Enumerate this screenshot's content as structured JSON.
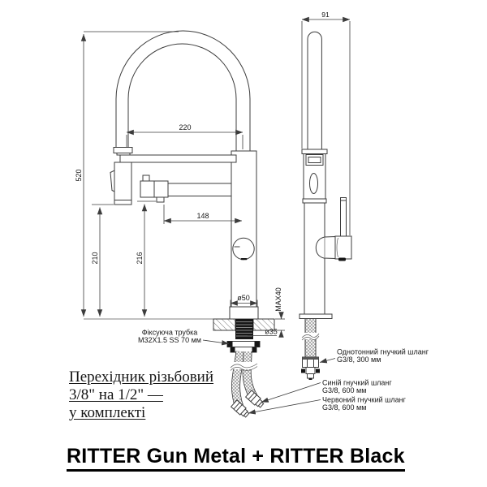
{
  "title": "RITTER Gun Metal + RITTER Black",
  "dimensions": {
    "total_height": "520",
    "spout_reach": "220",
    "depth": "91",
    "spray_head_height": "210",
    "arm_height": "216",
    "arm_reach": "148",
    "base_diameter": "ø50",
    "max_countertop": "MAX40",
    "mount_diameter": "ø35"
  },
  "callouts": {
    "fixing_tube": {
      "line1": "Фіксуюча трубка",
      "line2": "M32X1.5 SS 70 мм"
    },
    "plain_hose": {
      "line1": "Однотонний гнучкий шланг",
      "line2": "G3/8, 300 мм"
    },
    "blue_hose": {
      "line1": "Синій гнучкий шланг",
      "line2": "G3/8, 600 мм"
    },
    "red_hose": {
      "line1": "Червоний гнучкий шланг",
      "line2": "G3/8, 600 мм"
    }
  },
  "note": {
    "line1": "Перехідник різьбовий",
    "line2": "3/8\" на 1/2\" —",
    "line3": "у комплекті"
  },
  "colors": {
    "line": "#3c3c3c",
    "text": "#111111",
    "background": "#ffffff"
  }
}
